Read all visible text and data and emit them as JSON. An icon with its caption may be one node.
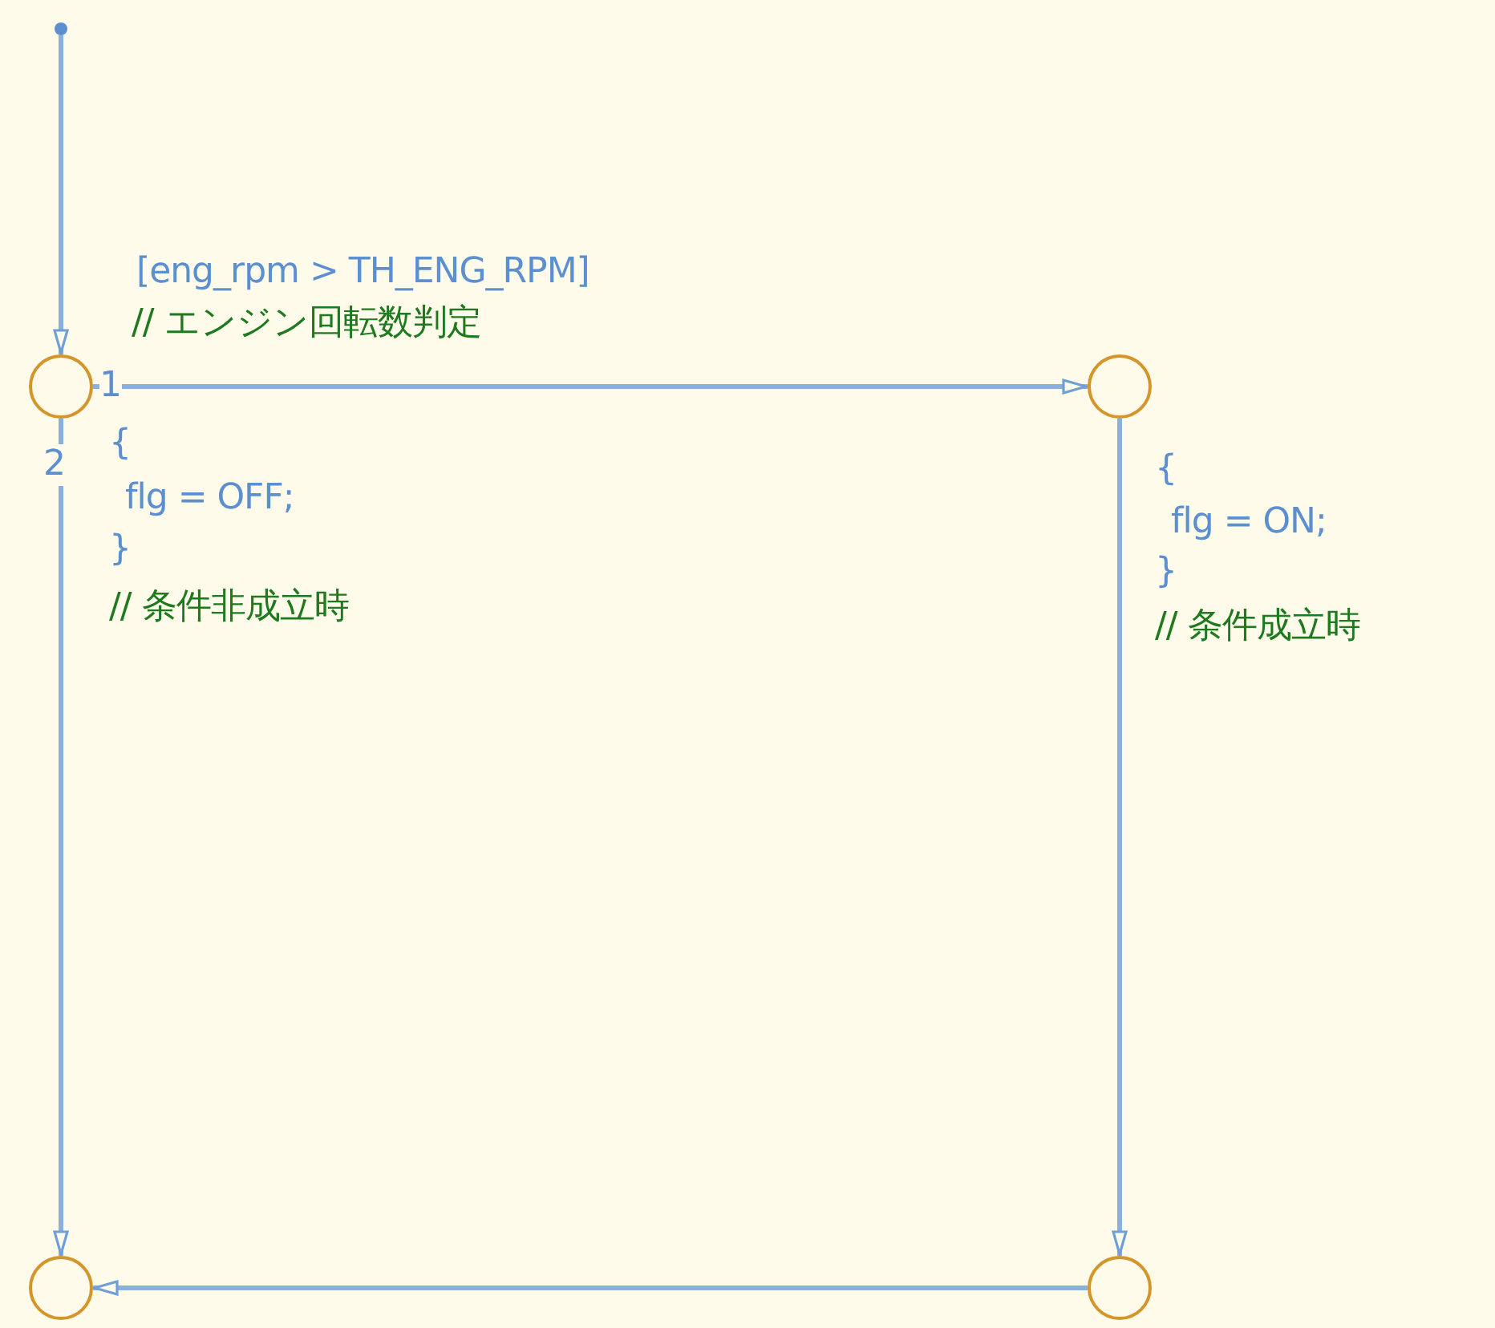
{
  "diagram": {
    "nodes": [
      {
        "text": [],
        "shape": "dot"
      },
      {
        "text": [],
        "shape": "circle"
      },
      {
        "text": [],
        "shape": "circle"
      },
      {
        "text": [],
        "shape": "circle"
      },
      {
        "text": [],
        "shape": "circle"
      }
    ],
    "edges": [
      {
        "from": 0,
        "to": 1,
        "arrow": "to"
      },
      {
        "from": 1,
        "to": 2,
        "arrow": "to",
        "label": "[eng_rpm > TH_ENG_RPM]"
      },
      {
        "from": 1,
        "to": 3,
        "arrow": "to"
      },
      {
        "from": 2,
        "to": 4,
        "arrow": "to"
      },
      {
        "from": 4,
        "to": 3,
        "arrow": "to"
      }
    ],
    "labels": [
      "// エンジン回転数判定",
      "1",
      "2",
      "{",
      "flg = OFF;",
      "}",
      "// 条件非成立時",
      "{",
      "flg = ON;",
      "}",
      "// 条件成立時"
    ]
  }
}
